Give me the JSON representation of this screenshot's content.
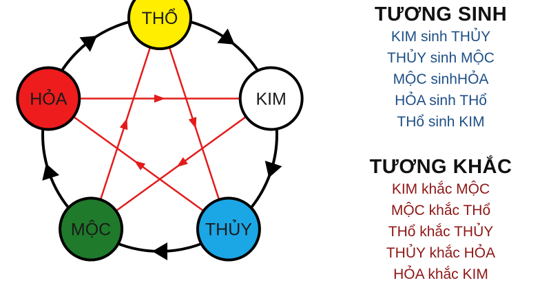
{
  "diagram": {
    "elements": [
      {
        "id": "tho",
        "label": "THỔ",
        "color": "#ffee00"
      },
      {
        "id": "kim",
        "label": "KIM",
        "color": "#ffffff"
      },
      {
        "id": "thuy",
        "label": "THỦY",
        "color": "#1ba6e5"
      },
      {
        "id": "moc",
        "label": "MỘC",
        "color": "#1f7a2c"
      },
      {
        "id": "hoa",
        "label": "HỎA",
        "color": "#ee1c1c"
      }
    ],
    "generating_cycle": [
      [
        "tho",
        "kim"
      ],
      [
        "kim",
        "thuy"
      ],
      [
        "thuy",
        "moc"
      ],
      [
        "moc",
        "hoa"
      ],
      [
        "hoa",
        "tho"
      ]
    ],
    "overcoming_cycle": [
      [
        "hoa",
        "kim"
      ],
      [
        "kim",
        "moc"
      ],
      [
        "moc",
        "tho"
      ],
      [
        "tho",
        "thuy"
      ],
      [
        "thuy",
        "hoa"
      ]
    ],
    "cycle_arrow_color": "#000000",
    "star_arrow_color": "#e31b1b"
  },
  "tuong_sinh": {
    "title": "TƯƠNG SINH",
    "items": [
      "KIM sinh THỦY",
      "THỦY sinh MỘC",
      "MỘC sinhHỎA",
      "HỎA sinh THổ",
      "THổ sinh KIM"
    ]
  },
  "tuong_khac": {
    "title": "TƯƠNG KHẮC",
    "items": [
      "KIM khắc MỘC",
      "MỘC khắc THổ",
      "THổ khắc THỦY",
      "THỦY khắc HỎA",
      "HỎA khắc KIM"
    ]
  }
}
